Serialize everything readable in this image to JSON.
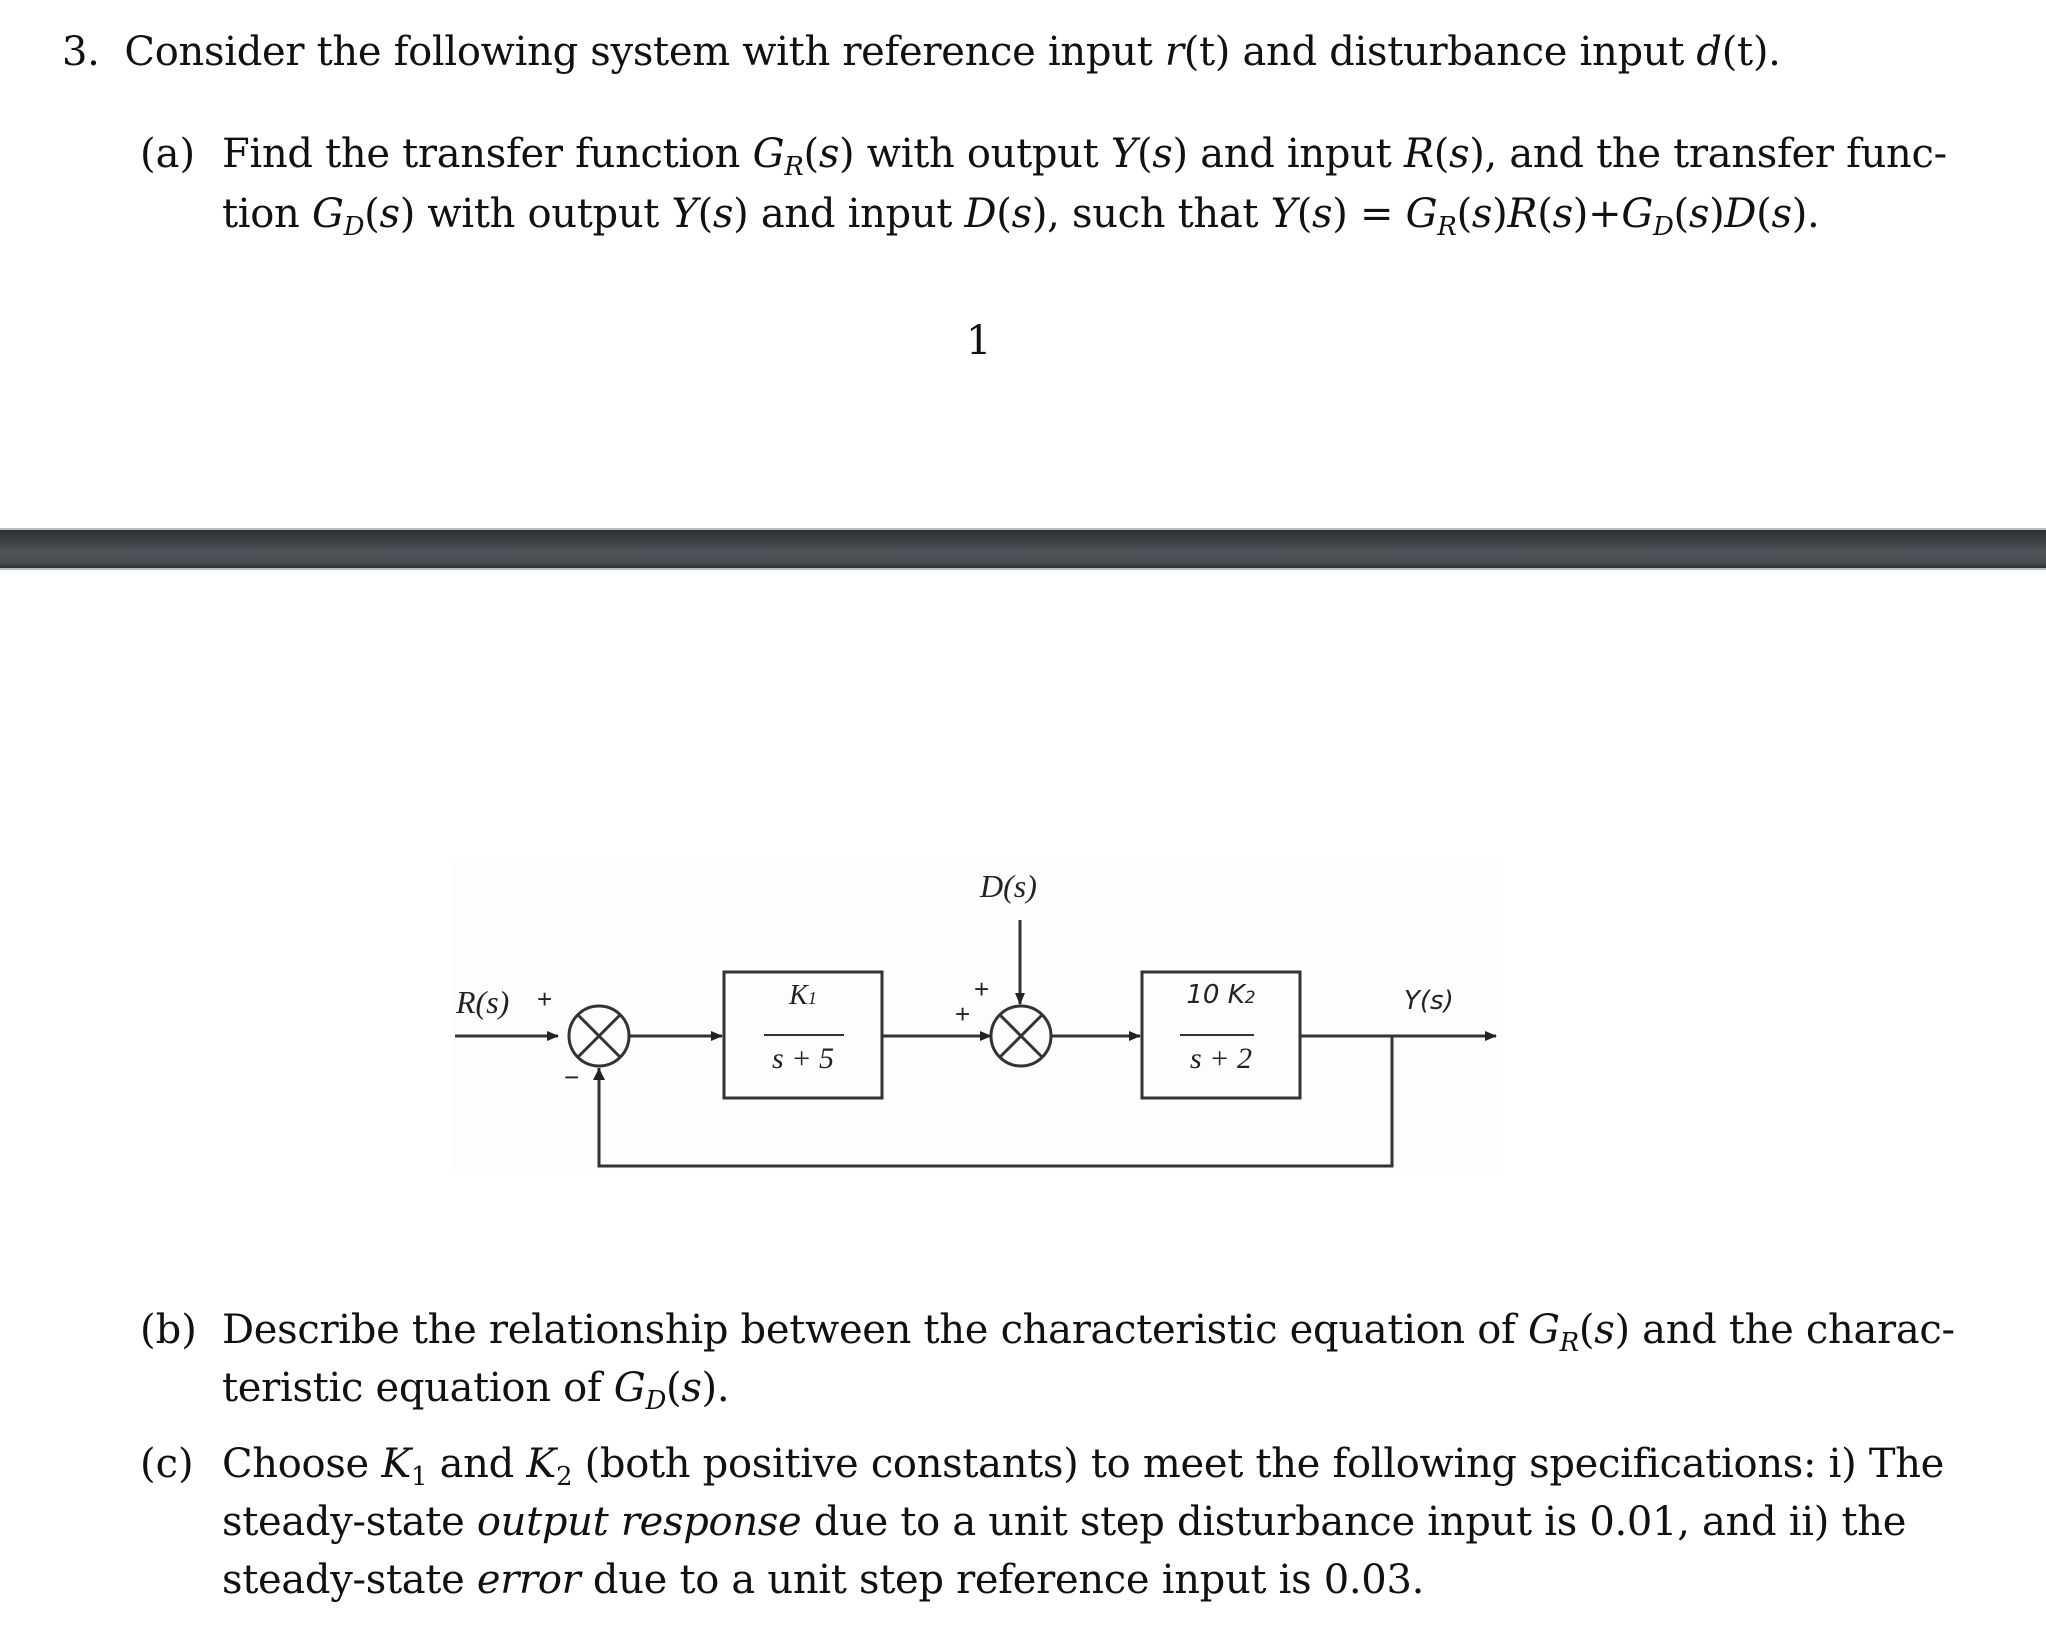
{
  "problem": {
    "number": "3.",
    "intro_pre": "Consider the following system with reference input ",
    "intro_r": "r",
    "intro_t1": "(t)",
    "intro_mid": " and disturbance input ",
    "intro_d": "d",
    "intro_t2": "(t).",
    "part_a": {
      "label": "(a)",
      "line1": "Find the transfer function G_R(s) with output Y(s) and input R(s), and the transfer func-",
      "line2": "tion G_D(s) with output Y(s) and input D(s), such that Y(s) = G_R(s)R(s)+G_D(s)D(s)."
    },
    "page_number": "1",
    "part_b": {
      "label": "(b)",
      "line1": "Describe the relationship between the characteristic equation of G_R(s) and the charac-",
      "line2": "teristic equation of G_D(s)."
    },
    "part_c": {
      "label": "(c)",
      "line1": "Choose K1 and K2 (both positive constants) to meet the following specifications: i) The",
      "line2": "steady-state output response due to a unit step disturbance input is 0.01, and ii) the",
      "line3": "steady-state error due to a unit step reference input is 0.03."
    }
  },
  "diagram": {
    "input_label": "R(s)",
    "disturbance_label": "D(s)",
    "output_label": "Y(s)",
    "sum1_signs": {
      "left": "+",
      "bottom": "−"
    },
    "sum2_signs": {
      "left": "+",
      "top": "+"
    },
    "block1": {
      "numerator": "K",
      "numerator_sub": "1",
      "denominator": "s + 5"
    },
    "block2": {
      "numerator": "10 K",
      "numerator_sub": "2",
      "denominator": "s + 2"
    }
  },
  "colors": {
    "separator": "#474c50",
    "text": "#111111",
    "diagram_line": "#333333"
  }
}
